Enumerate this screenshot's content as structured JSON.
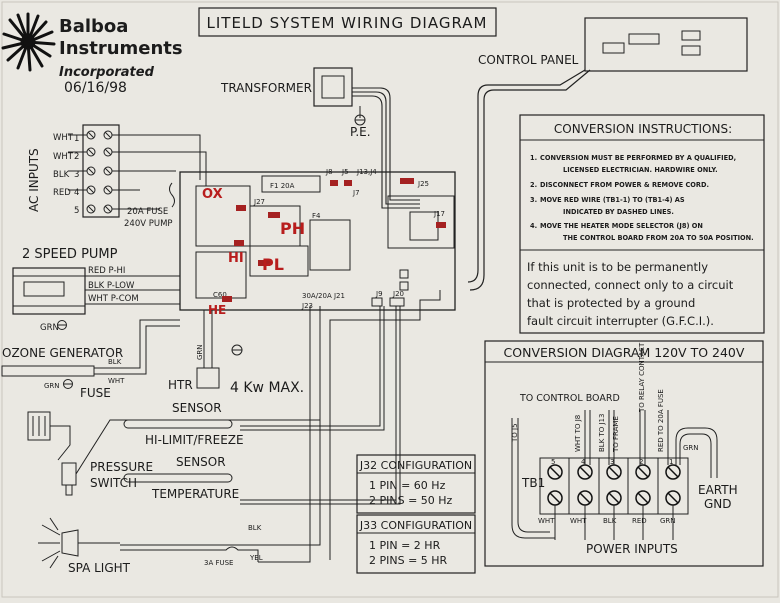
{
  "header": {
    "brand_line1": "Balboa",
    "brand_line2": "Instruments",
    "brand_line3": "Incorporated",
    "date": "06/16/98",
    "title": "LITELD SYSTEM WIRING DIAGRAM"
  },
  "control_panel": "CONTROL PANEL",
  "transformer": "TRANSFORMER",
  "pe": "P.E.",
  "ac_inputs": {
    "title": "AC INPUTS",
    "wires": [
      "WHT",
      "WHT",
      "BLK",
      "RED"
    ],
    "terminals": [
      "1",
      "2",
      "3",
      "4",
      "5"
    ],
    "fuse_label_1": "20A FUSE",
    "fuse_label_2": "240V PUMP"
  },
  "board_labels": {
    "f1": "F1  20A",
    "j8": "J8",
    "j5": "J5",
    "j13j4": "J13,J4",
    "j7": "J7",
    "j25": "J25",
    "j27": "J27",
    "f4": "F4",
    "j17": "J17",
    "j21": "30A/20A  J21",
    "j23": "J23",
    "c60": "C60",
    "j9": "J9",
    "j20": "J20"
  },
  "handwritten": {
    "ox": "OX",
    "ph": "PH",
    "hi": "HI",
    "pl": "PL",
    "he": "HE"
  },
  "pump": {
    "title": "2 SPEED PUMP",
    "wires": [
      "RED  P-HI",
      "BLK  P-LOW",
      "WHT  P-COM"
    ],
    "ground": "GRN"
  },
  "ozone": {
    "title": "OZONE GENERATOR",
    "blk": "BLK",
    "wht": "WHT",
    "grn": "GRN",
    "fuse": "FUSE"
  },
  "heater": {
    "htr": "HTR",
    "grn": "GRN",
    "rating": "4 Kw MAX."
  },
  "sensors": {
    "sensor1": "SENSOR",
    "hilimit": "HI-LIMIT/FREEZE",
    "sensor2": "SENSOR",
    "temperature": "TEMPERATURE",
    "pressure1": "PRESSURE",
    "pressure2": "SWITCH"
  },
  "spa_light": {
    "title": "SPA LIGHT",
    "fuse": "3A FUSE",
    "blk": "BLK",
    "yel": "YEL"
  },
  "conversion_instructions": {
    "title": "CONVERSION INSTRUCTIONS:",
    "steps": [
      [
        "1.",
        "CONVERSION MUST BE PERFORMED BY A QUALIFIED,",
        "LICENSED ELECTRICIAN. HARDWIRE ONLY."
      ],
      [
        "2.",
        "DISCONNECT FROM POWER & REMOVE CORD.",
        ""
      ],
      [
        "3.",
        "MOVE RED WIRE (TB1-1) TO (TB1-4) AS",
        "INDICATED BY DASHED LINES."
      ],
      [
        "4.",
        "MOVE THE HEATER MODE SELECTOR (J8) ON",
        "THE CONTROL BOARD FROM 20A TO 50A POSITION."
      ]
    ],
    "warning": [
      "If this unit is to be permanently",
      "connected, connect only to a circuit",
      "that is protected by a ground",
      "fault circuit interrupter (G.F.C.I.)."
    ]
  },
  "conversion_diagram": {
    "title": "CONVERSION DIAGRAM 120V TO 240V",
    "to_control_board": "TO CONTROL BOARD",
    "vertical_labels": [
      "TO J5",
      "WHT TO J8",
      "BLK TO J13",
      "TO FRAME",
      "RED TO 20A FUSE",
      "TO RELAY CONTACT"
    ],
    "terminal_numbers": [
      "5",
      "4",
      "3",
      "2",
      "1"
    ],
    "wire_colors": [
      "WHT",
      "WHT",
      "BLK",
      "RED",
      "GRN"
    ],
    "tb1": "TB1",
    "grn": "GRN",
    "earth1": "EARTH",
    "earth2": "GND",
    "power_inputs": "POWER INPUTS"
  },
  "j32": {
    "title": "J32 CONFIGURATION",
    "rows": [
      "1 PIN = 60 Hz",
      "2 PINS = 50 Hz"
    ]
  },
  "j33": {
    "title": "J33 CONFIGURATION",
    "rows": [
      "1 PIN = 2 HR",
      "2 PINS = 5 HR"
    ]
  }
}
